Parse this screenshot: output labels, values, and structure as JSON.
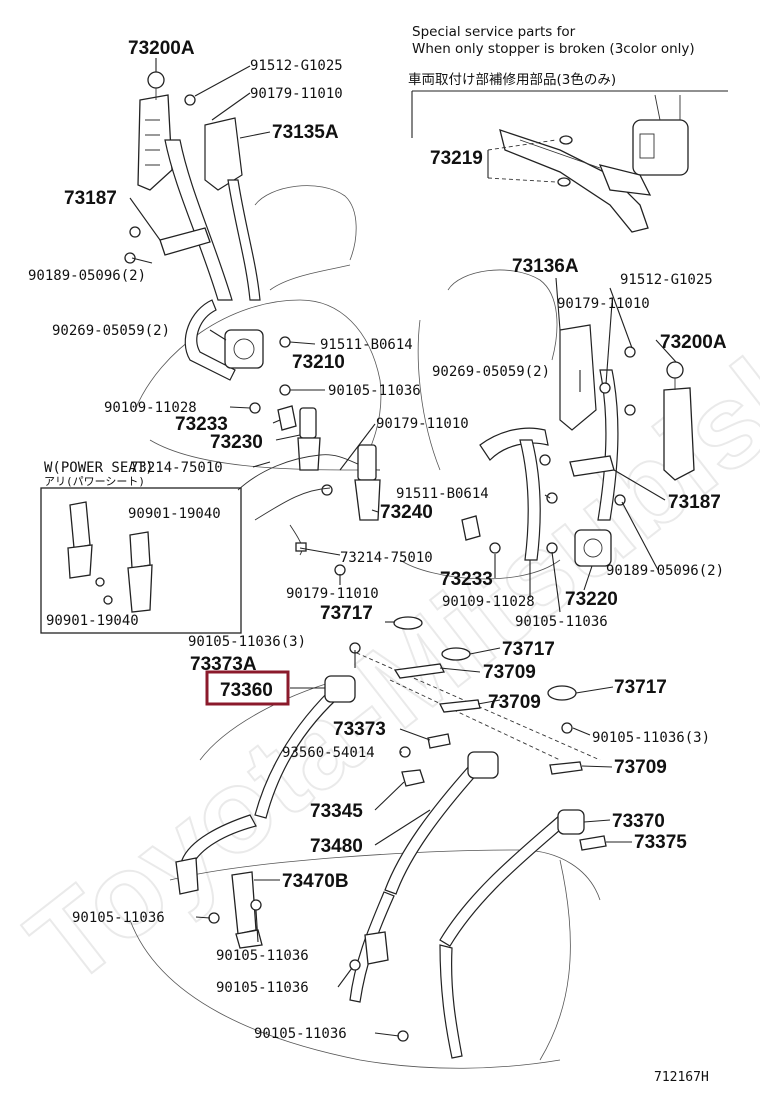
{
  "note": {
    "line1": "Special service parts for",
    "line2": "When only stopper is broken (3color only)",
    "line3": "車両取付け部補修用部品(3色のみ)"
  },
  "inset": {
    "title1": "W(POWER SEAT)",
    "title2": "アリ(パワーシート)",
    "part_a": "90901-19040",
    "part_b": "90901-19040"
  },
  "parts": {
    "p73200A_top": "73200A",
    "p91512_top": "91512-G1025",
    "p90179_top": "90179-11010",
    "p73135A": "73135A",
    "p73187_left": "73187",
    "p90189_left": "90189-05096(2)",
    "p90269_left": "90269-05059(2)",
    "p91511_left": "91511-B0614",
    "p73210": "73210",
    "p90105_a": "90105-11036",
    "p90109_left": "90109-11028",
    "p73233_left": "73233",
    "p73230": "73230",
    "p73214_left": "73214-75010",
    "p90179_mid": "90179-11010",
    "p73240": "73240",
    "p73214_mid": "73214-75010",
    "p90179_low": "90179-11010",
    "p73717_a": "73717",
    "p90105_b": "90105-11036(3)",
    "p73373A": "73373A",
    "p73360": "73360",
    "p73219": "73219",
    "p73136A": "73136A",
    "p91512_right": "91512-G1025",
    "p90179_right": "90179-11010",
    "p73200A_right": "73200A",
    "p90269_right": "90269-05059(2)",
    "p91511_right": "91511-B0614",
    "p73187_right": "73187",
    "p90189_right": "90189-05096(2)",
    "p73233_right": "73233",
    "p73220": "73220",
    "p90109_right": "90109-11028",
    "p90105_c": "90105-11036",
    "p73717_b": "73717",
    "p73709_a": "73709",
    "p73709_b": "73709",
    "p73717_c": "73717",
    "p90105_d": "90105-11036(3)",
    "p73709_c": "73709",
    "p73373": "73373",
    "p93560": "93560-54014",
    "p73345": "73345",
    "p73370": "73370",
    "p73375": "73375",
    "p73480": "73480",
    "p73470B": "73470B",
    "p90105_e": "90105-11036",
    "p90105_f": "90105-11036",
    "p90105_g": "90105-11036",
    "p90105_h": "90105-11036"
  },
  "highlight_color": "#8b1a2b",
  "watermark": "Toyota-Mitsubishi",
  "figure_code": "712167H"
}
